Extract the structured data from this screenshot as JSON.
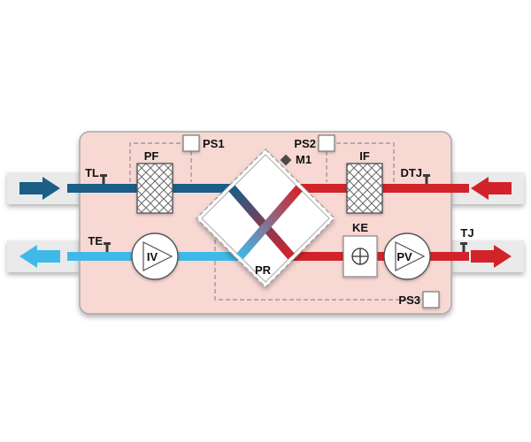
{
  "labels": {
    "tl": "TL",
    "pf": "PF",
    "ps1": "PS1",
    "ps2": "PS2",
    "m1": "M1",
    "if": "IF",
    "dtj": "DTJ",
    "te": "TE",
    "iv": "IV",
    "pr": "PR",
    "ke": "KE",
    "pv": "PV",
    "tj": "TJ",
    "ps3": "PS3"
  },
  "colors": {
    "fresh_air": "#1b5e88",
    "warm_air": "#d2232a",
    "exhaust_air": "#3fb9e8",
    "unit_fill": "#f8d8d3",
    "duct_fill": "#eaeaea",
    "component_fill": "#ffffff",
    "actuator_fill": "#4a4a4a",
    "sensor_fill": "#3a3a3a"
  }
}
